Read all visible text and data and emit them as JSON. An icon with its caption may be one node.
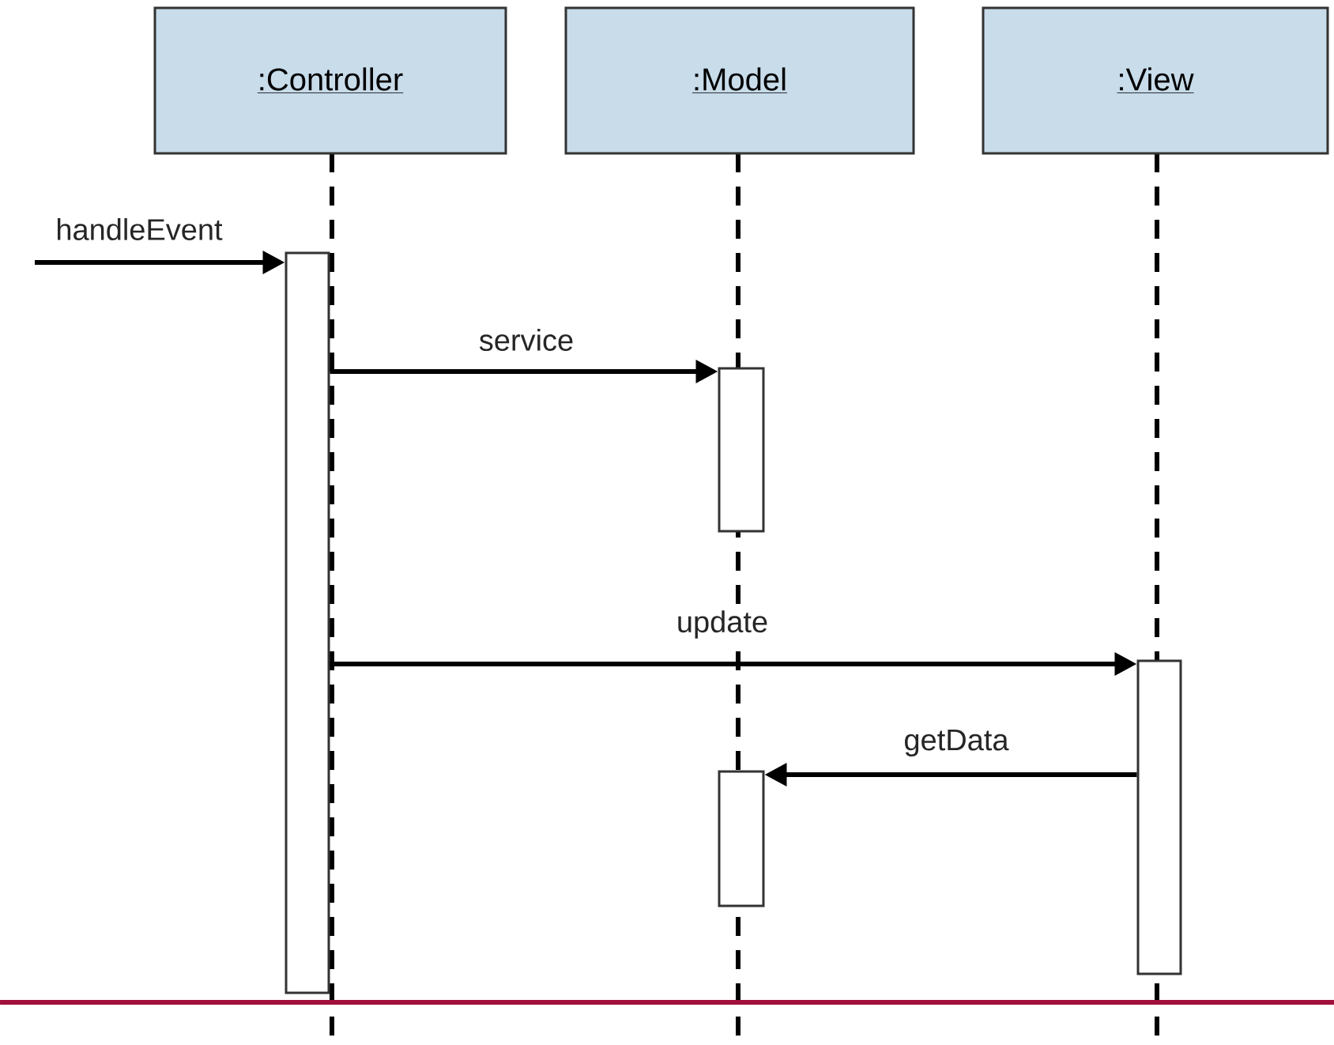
{
  "diagram": {
    "nodes": [
      {
        "text": [
          ":Controller"
        ]
      },
      {
        "text": [
          ":Model"
        ]
      },
      {
        "text": [
          ":View"
        ]
      },
      {
        "text": [],
        "shape": "bar"
      },
      {
        "text": [],
        "shape": "bar"
      },
      {
        "text": [],
        "shape": "bar"
      },
      {
        "text": [],
        "shape": "bar"
      }
    ],
    "edges": [
      {
        "from": null,
        "to": 3,
        "arrow": "to",
        "label": "handleEvent"
      },
      {
        "from": 3,
        "to": 4,
        "arrow": "to",
        "label": "service"
      },
      {
        "from": 3,
        "to": 6,
        "arrow": "to",
        "label": "update"
      },
      {
        "from": 6,
        "to": 5,
        "arrow": "to",
        "label": "getData"
      }
    ]
  }
}
